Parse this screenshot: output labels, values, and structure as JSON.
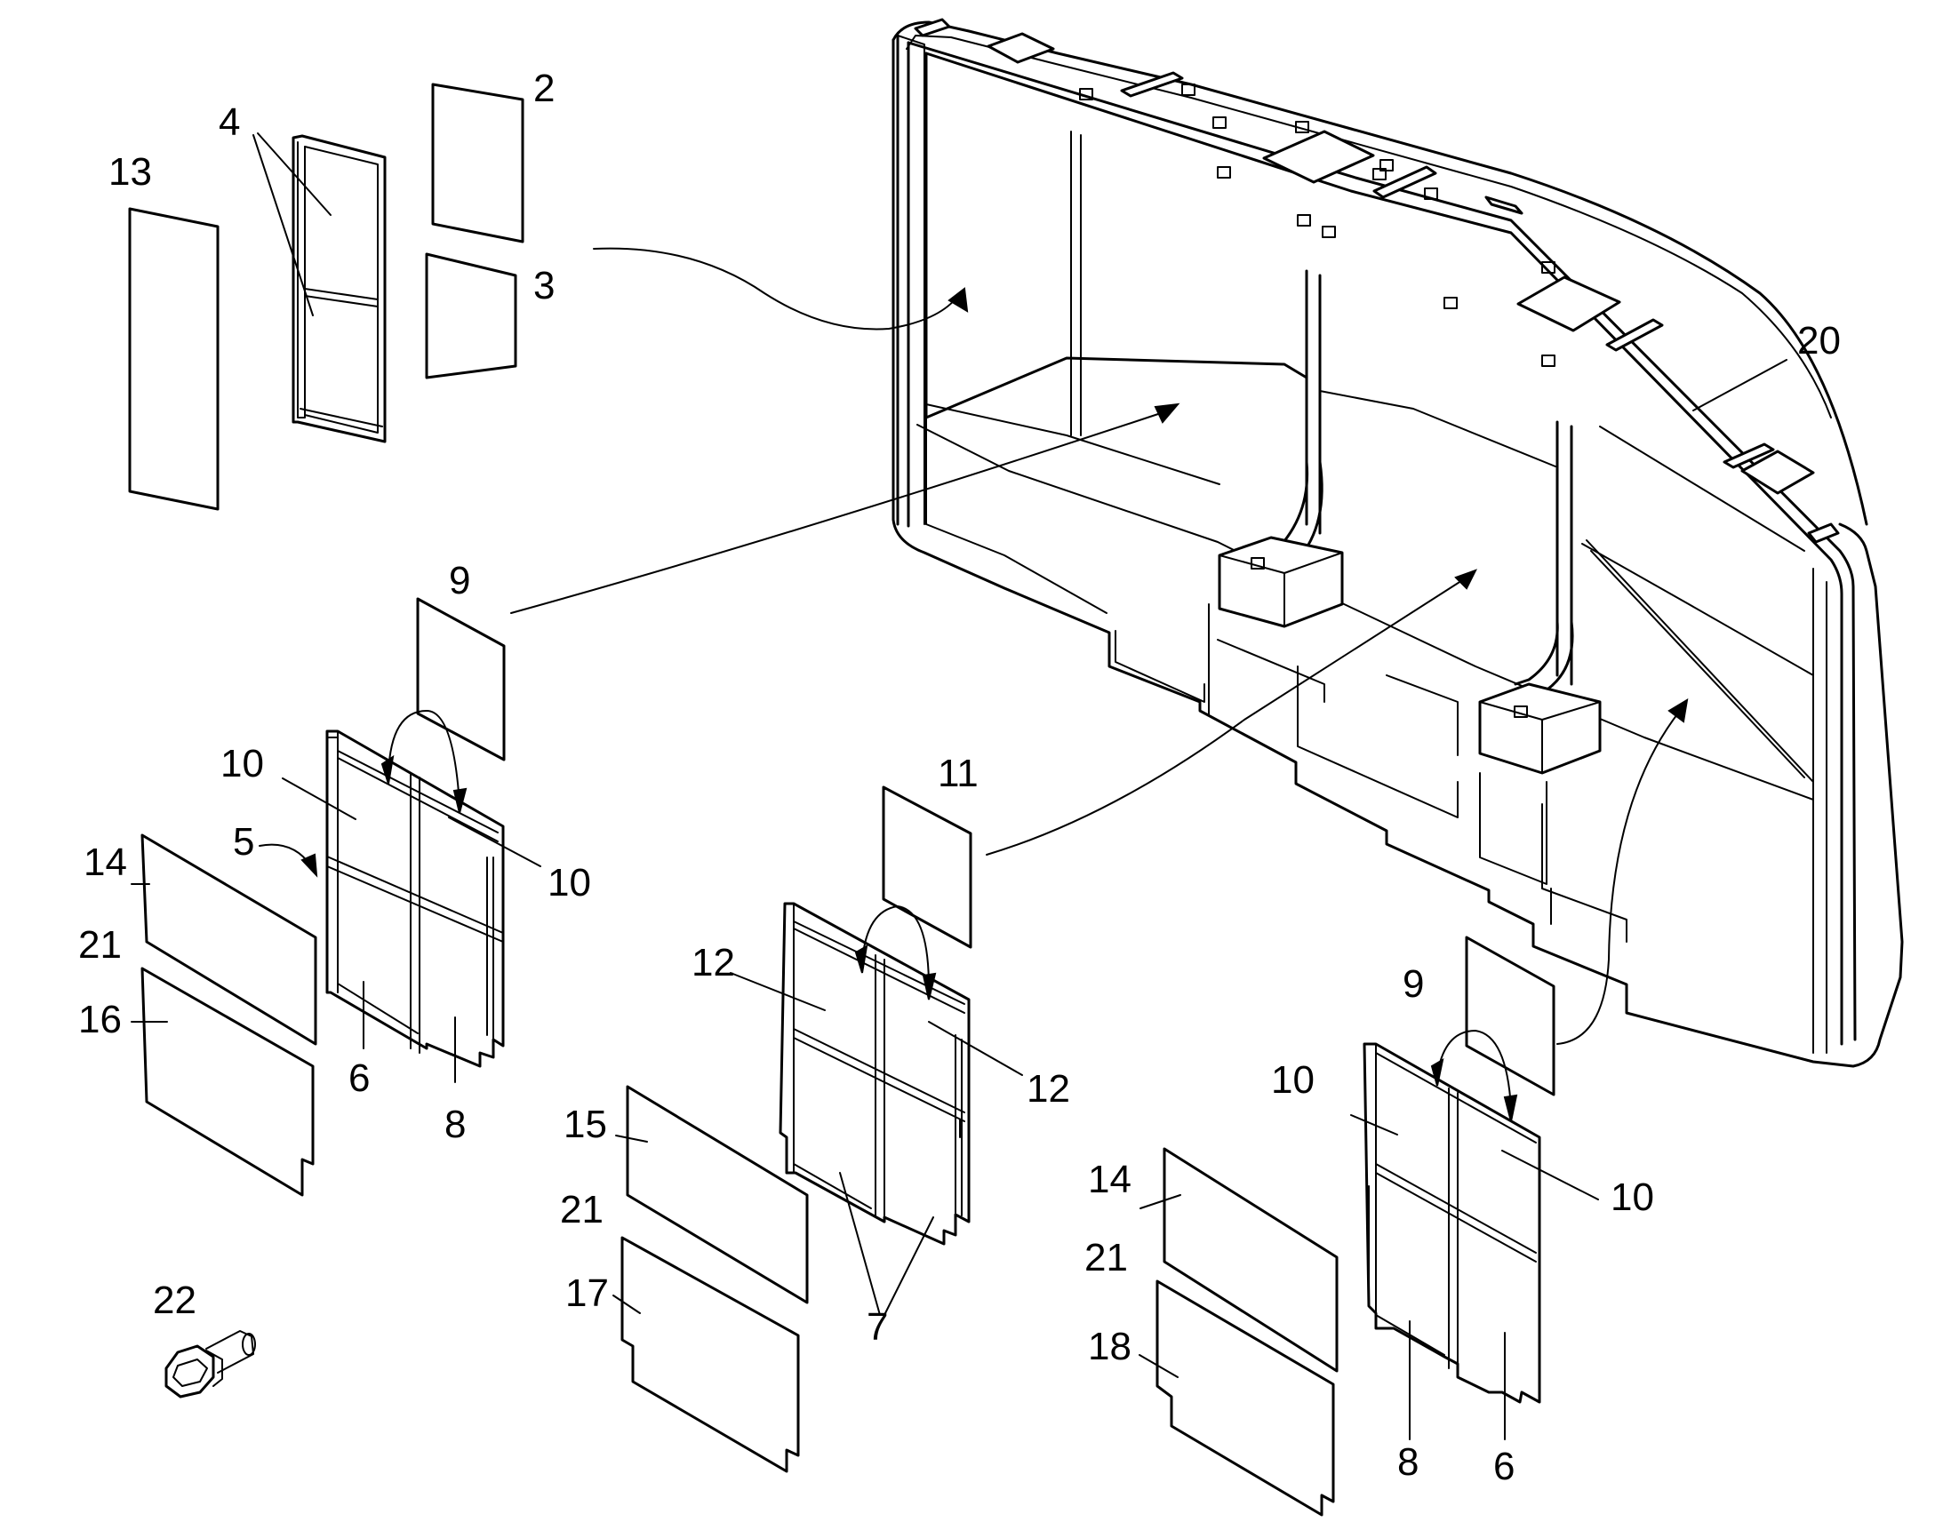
{
  "diagram": {
    "callouts": [
      {
        "id": "c2",
        "text": "2"
      },
      {
        "id": "c3",
        "text": "3"
      },
      {
        "id": "c4",
        "text": "4"
      },
      {
        "id": "c13",
        "text": "13"
      },
      {
        "id": "c20",
        "text": "20"
      },
      {
        "id": "c9a",
        "text": "9"
      },
      {
        "id": "c10a",
        "text": "10"
      },
      {
        "id": "c10b",
        "text": "10"
      },
      {
        "id": "c5",
        "text": "5"
      },
      {
        "id": "c14a",
        "text": "14"
      },
      {
        "id": "c21a",
        "text": "21"
      },
      {
        "id": "c16",
        "text": "16"
      },
      {
        "id": "c6a",
        "text": "6"
      },
      {
        "id": "c8a",
        "text": "8"
      },
      {
        "id": "c11",
        "text": "11"
      },
      {
        "id": "c12a",
        "text": "12"
      },
      {
        "id": "c12b",
        "text": "12"
      },
      {
        "id": "c15",
        "text": "15"
      },
      {
        "id": "c21b",
        "text": "21"
      },
      {
        "id": "c17",
        "text": "17"
      },
      {
        "id": "c7",
        "text": "7"
      },
      {
        "id": "c22",
        "text": "22"
      },
      {
        "id": "c9b",
        "text": "9"
      },
      {
        "id": "c10c",
        "text": "10"
      },
      {
        "id": "c10d",
        "text": "10"
      },
      {
        "id": "c14b",
        "text": "14"
      },
      {
        "id": "c21c",
        "text": "21"
      },
      {
        "id": "c18",
        "text": "18"
      },
      {
        "id": "c8b",
        "text": "8"
      },
      {
        "id": "c6b",
        "text": "6"
      }
    ]
  }
}
